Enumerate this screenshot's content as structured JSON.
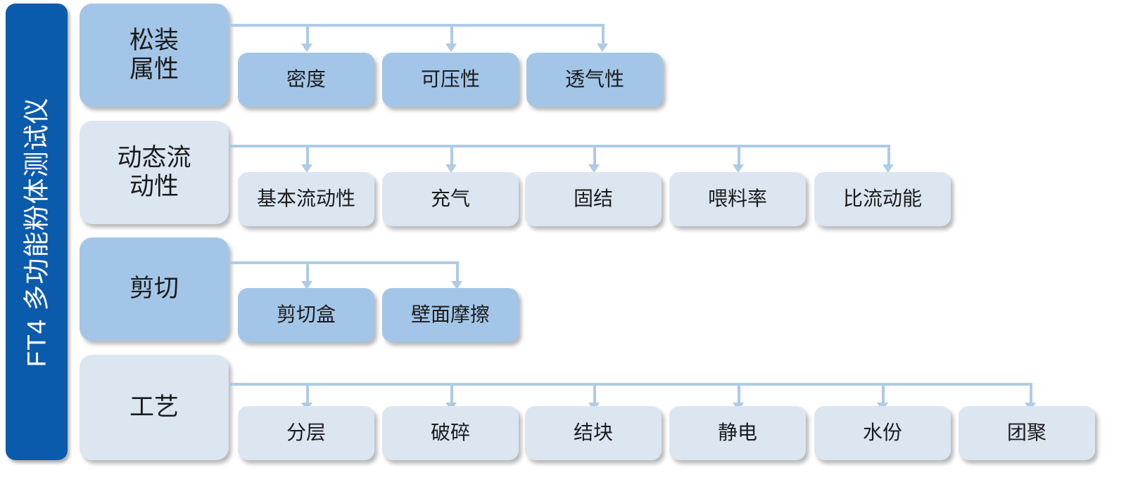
{
  "sidebar": {
    "title": "FT4 多功能粉体测试仪",
    "color": "#0B5BAD"
  },
  "palette": {
    "medium_blue": "#A3C6E8",
    "pale_blue": "#DCE6F1",
    "connector_blue": "#AECBE8",
    "text": "#1b1b1b"
  },
  "rows": [
    {
      "parent": {
        "line1": "松装",
        "line2": "属性"
      },
      "tone": "medium",
      "children": [
        {
          "label": "密度"
        },
        {
          "label": "可压性"
        },
        {
          "label": "透气性"
        }
      ]
    },
    {
      "parent": {
        "line1": "动态流",
        "line2": "动性"
      },
      "tone": "pale",
      "children": [
        {
          "label": "基本流动性"
        },
        {
          "label": "充气"
        },
        {
          "label": "固结"
        },
        {
          "label": "喂料率"
        },
        {
          "label": "比流动能"
        }
      ]
    },
    {
      "parent": {
        "line1": "剪切",
        "line2": ""
      },
      "tone": "medium",
      "children": [
        {
          "label": "剪切盒"
        },
        {
          "label": "壁面摩擦"
        }
      ]
    },
    {
      "parent": {
        "line1": "工艺",
        "line2": ""
      },
      "tone": "pale",
      "children": [
        {
          "label": "分层"
        },
        {
          "label": "破碎"
        },
        {
          "label": "结块"
        },
        {
          "label": "静电"
        },
        {
          "label": "水份"
        },
        {
          "label": "团聚"
        }
      ]
    }
  ]
}
